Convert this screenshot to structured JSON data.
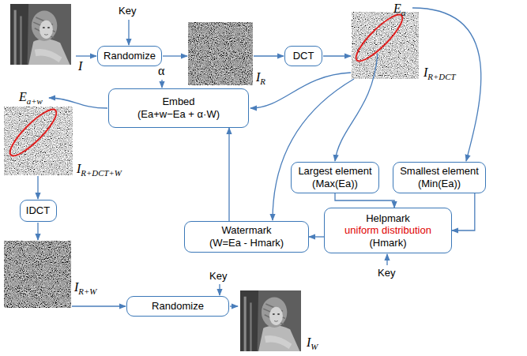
{
  "diagram": {
    "nodes": [
      {
        "text": [
          "Randomize"
        ]
      },
      {
        "text": [
          "DCT"
        ]
      },
      {
        "text": [
          "Embed",
          "(Ea+w−Ea + α·W)"
        ]
      },
      {
        "text": [
          "Largest element",
          "(Max(Ea))"
        ]
      },
      {
        "text": [
          "Smallest element",
          "(Min(Ea))"
        ]
      },
      {
        "text": [
          "Watermark",
          "(W=Ea - Hmark)"
        ]
      },
      {
        "text": [
          "Helpmark",
          "uniform distribution",
          "(Hmark)"
        ]
      },
      {
        "text": [
          "IDCT"
        ]
      },
      {
        "text": [
          "Randomize"
        ]
      }
    ],
    "edges": [
      {
        "from": 3,
        "to": 6,
        "arrow": "to"
      },
      {
        "from": 4,
        "to": 6,
        "arrow": "to"
      },
      {
        "from": 6,
        "to": 5,
        "arrow": "to"
      },
      {
        "from": 5,
        "to": 2,
        "arrow": "to"
      }
    ],
    "labels": [
      "Key",
      "I",
      "IR",
      "Ea",
      "IR+DCT",
      "α",
      "Ea+w",
      "IR+DCT+W",
      "Key",
      "IR+W",
      "Key",
      "IW"
    ]
  }
}
